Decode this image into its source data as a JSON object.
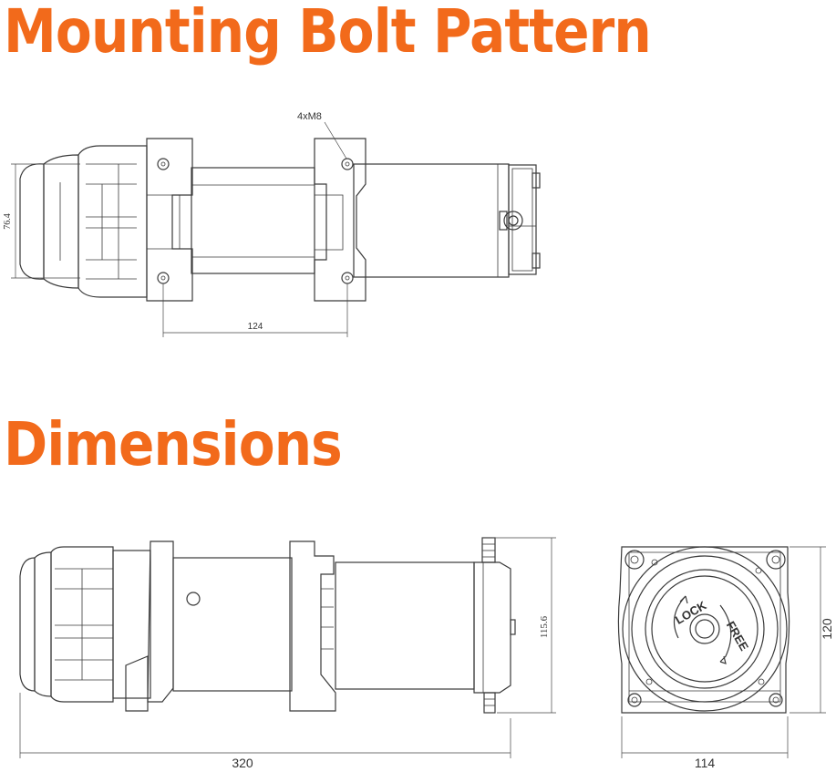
{
  "headings": {
    "bolt_pattern": "Mounting Bolt Pattern",
    "dimensions": "Dimensions"
  },
  "labels": {
    "bolt_spec": "4xM8",
    "bolt_vertical": "76.4",
    "bolt_horizontal": "124",
    "length": "320",
    "side_height": "115.6",
    "end_width": "114",
    "end_height": "120",
    "lock": "LOCK",
    "free": "FREE"
  },
  "colors": {
    "heading": "#f26a1b",
    "line": "#3a3a3a"
  }
}
